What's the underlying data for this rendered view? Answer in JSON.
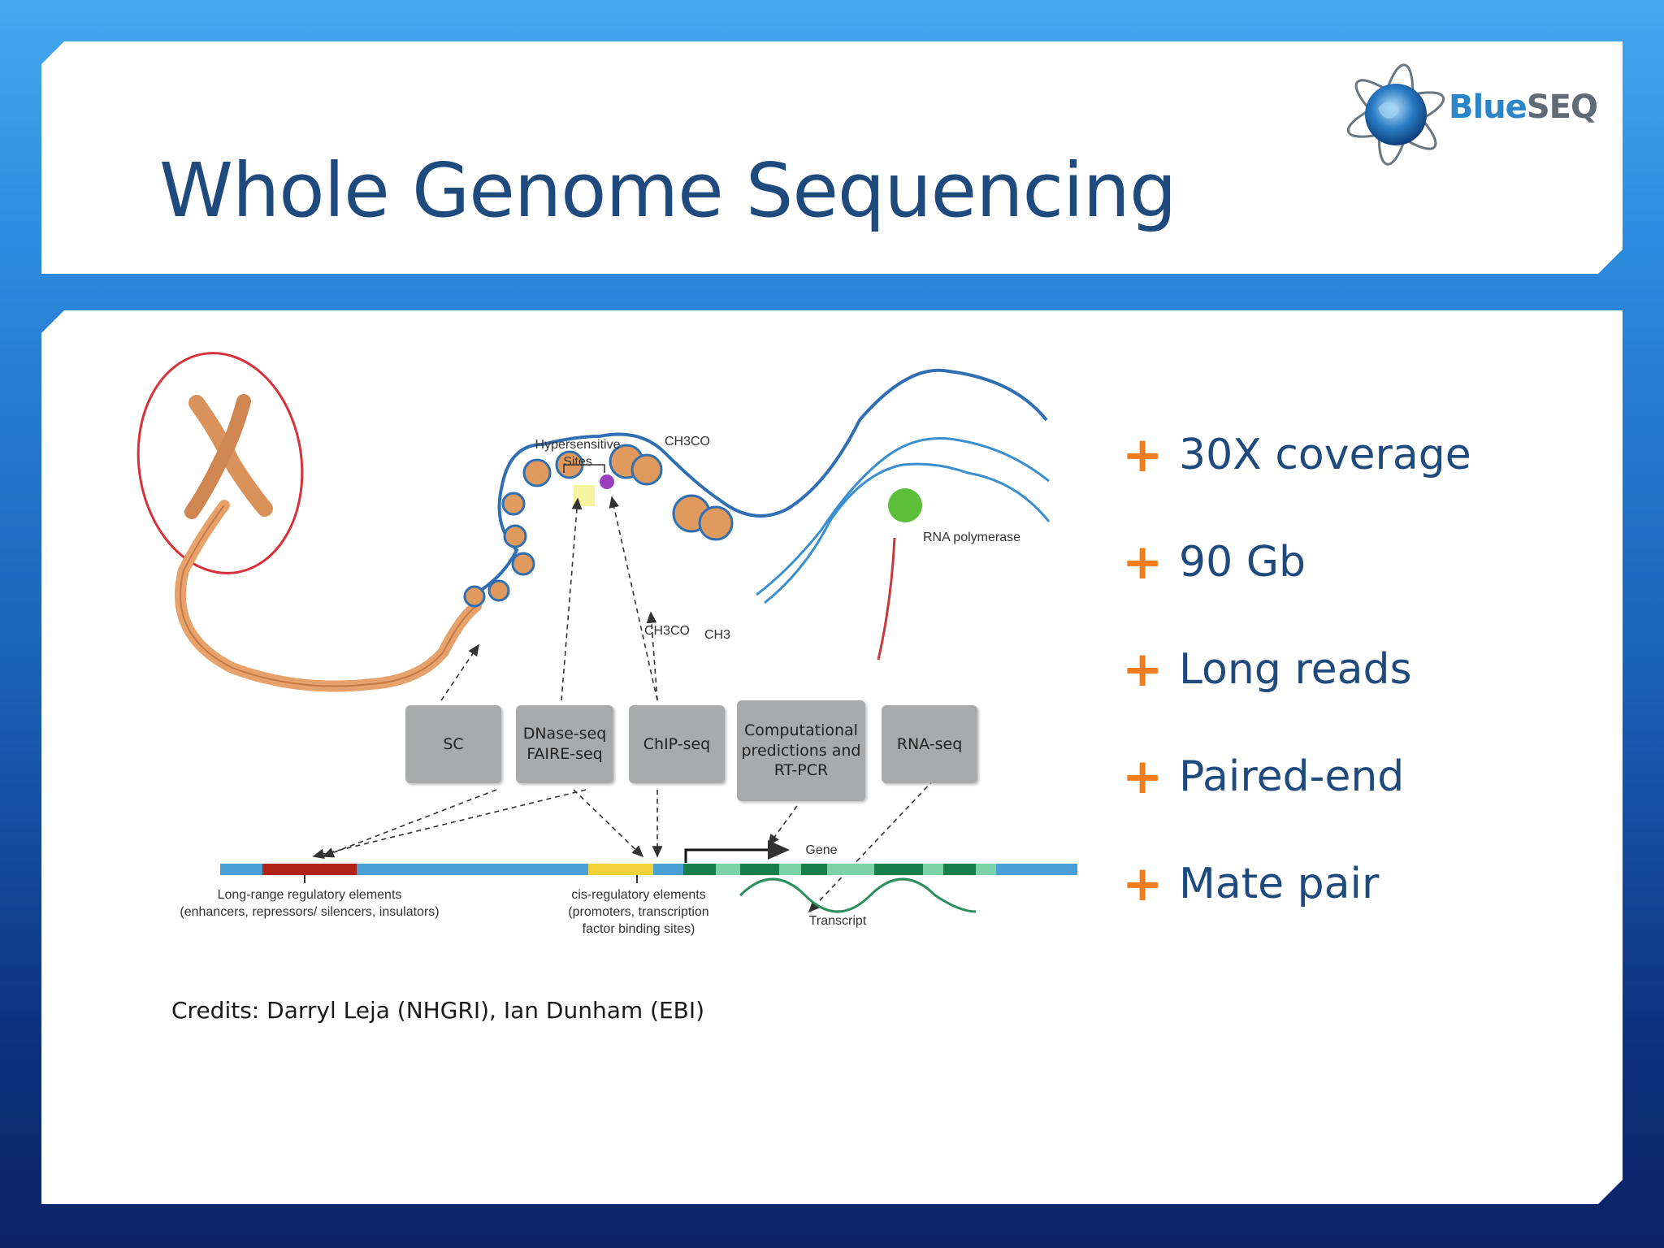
{
  "slide": {
    "title": "Whole Genome Sequencing",
    "credits": "Credits: Darryl Leja (NHGRI), Ian Dunham (EBI)"
  },
  "logo": {
    "text_blue": "Blue",
    "text_gray": "SEQ"
  },
  "bullets": [
    {
      "text": "30X coverage"
    },
    {
      "text": "90 Gb"
    },
    {
      "text": "Long reads"
    },
    {
      "text": "Paired-end"
    },
    {
      "text": "Mate pair"
    }
  ],
  "diagram": {
    "methods": [
      {
        "label": "SC"
      },
      {
        "label": "DNase-seq\nFAIRE-seq"
      },
      {
        "label": "ChIP-seq"
      },
      {
        "label": "Computational\npredictions and\nRT-PCR"
      },
      {
        "label": "RNA-seq"
      }
    ],
    "labels": {
      "hypersensitive": "Hypersensitive\nSites",
      "ch3co_top": "CH3CO",
      "ch3co_mid": "CH3CO",
      "ch3": "CH3",
      "rna_polymerase": "RNA polymerase",
      "gene": "Gene",
      "transcript": "Transcript",
      "long_range": "Long-range regulatory elements\n(enhancers, repressors/ silencers, insulators)",
      "cis_regulatory": "cis-regulatory elements\n(promoters, transcription\nfactor binding sites)"
    },
    "colors": {
      "chromosome": "#d9925a",
      "nucleosome": "#e09a5e",
      "dna_blue": "#2f6fb2",
      "highlight_ellipse": "#d9313a",
      "track_blue": "#4aa0d6",
      "long_range_red": "#b02418",
      "cis_yellow": "#f2d23a",
      "gene_light": "#7fd1a8",
      "gene_dark": "#17804a",
      "polymerase_green": "#5bbf3a",
      "purple": "#9b3fc0"
    }
  },
  "accent_color": "#f07d1a",
  "title_color": "#1e4a7e"
}
